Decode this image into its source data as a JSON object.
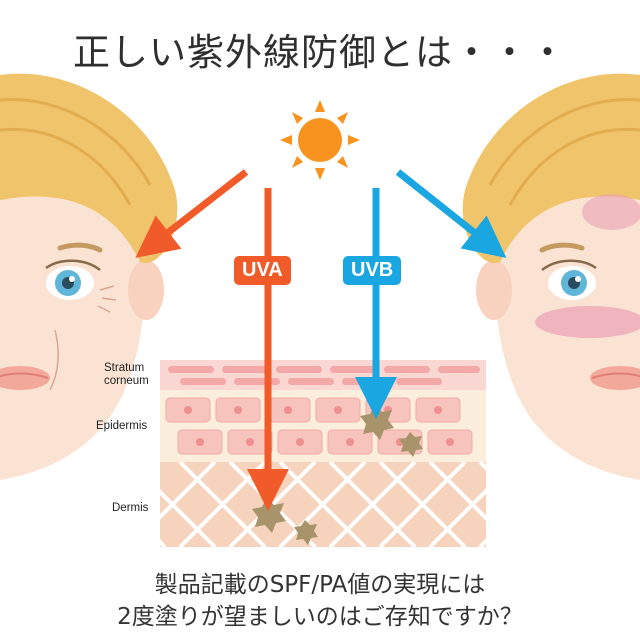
{
  "title": "正しい紫外線防御とは・・・",
  "caption": {
    "line1": "製品記載のSPF/PA値の実現には",
    "line2": "2度塗りが望ましいのはご存知ですか？"
  },
  "rays": {
    "uva": {
      "label": "UVA",
      "color": "#f15a29"
    },
    "uvb": {
      "label": "UVB",
      "color": "#1aa7e1"
    }
  },
  "layers": {
    "stratum": "Stratum corneum",
    "epidermis": "Epidermis",
    "dermis": "Dermis"
  },
  "colors": {
    "sun": "#f7931e",
    "hair": "#f0c46a",
    "skin": "#fbe3d4",
    "dermis": "#f6d3bd",
    "spot": "#a8946a"
  }
}
